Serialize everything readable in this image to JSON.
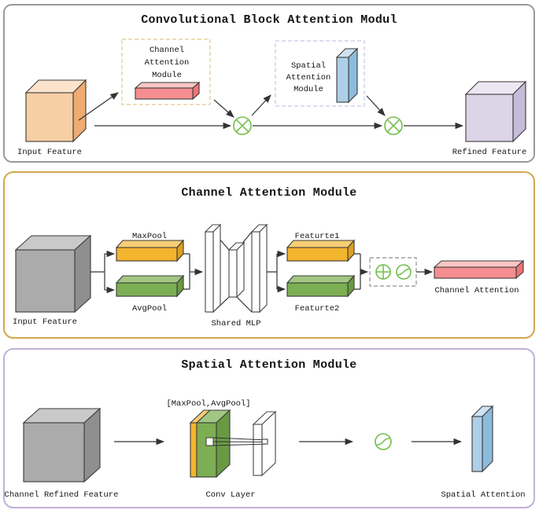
{
  "colors": {
    "panel1_border": "#9a9a9a",
    "panel2_border": "#d0a94e",
    "panel3_border": "#c0b1d6",
    "cam_dash": "#e0cb90",
    "sam_dash": "#c3c9e2",
    "op_dash": "#8f8f8f",
    "green_op": "#72bd4a",
    "orange_front": "#f6cfa4",
    "orange_top": "#fbe4cb",
    "orange_side": "#eeab72",
    "purple_front": "#dcd4e7",
    "purple_top": "#ece7f3",
    "purple_side": "#c6bbd9",
    "gray_front": "#ababab",
    "gray_top": "#c9c9c9",
    "gray_side": "#8f8f8f",
    "red_front": "#f58e90",
    "red_top": "#fac6c5",
    "red_side": "#ef7376",
    "yellow_front": "#f3b42e",
    "yellow_top": "#f8ce74",
    "yellow_side": "#dd9f22",
    "green_front": "#7cae53",
    "green_top": "#a2c683",
    "green_side": "#699a43",
    "blue_front": "#aecfe8",
    "blue_top": "#cfe2f1",
    "blue_side": "#8cbcdd"
  },
  "panel_cbam": {
    "title": "Convolutional Block Attention Modul",
    "input_label": "Input Feature",
    "cam_lines": [
      "Channel",
      "Attention",
      "Module"
    ],
    "sam_lines": [
      "Spatial",
      "Attention",
      "Module"
    ],
    "output_label": "Refined Feature"
  },
  "panel_cam": {
    "title": "Channel Attention Module",
    "input_label": "Input Feature",
    "maxpool_label": "MaxPool",
    "avgpool_label": "AvgPool",
    "mlp_label": "Shared MLP",
    "feature1_label": "Featurte1",
    "feature2_label": "Featurte2",
    "output_label": "Channel Attention"
  },
  "panel_sam": {
    "title": "Spatial Attention Module",
    "input_label": "Channel Refined Feature",
    "pool_label": "[MaxPool,AvgPool]",
    "conv_label": "Conv Layer",
    "output_label": "Spatial Attention"
  }
}
